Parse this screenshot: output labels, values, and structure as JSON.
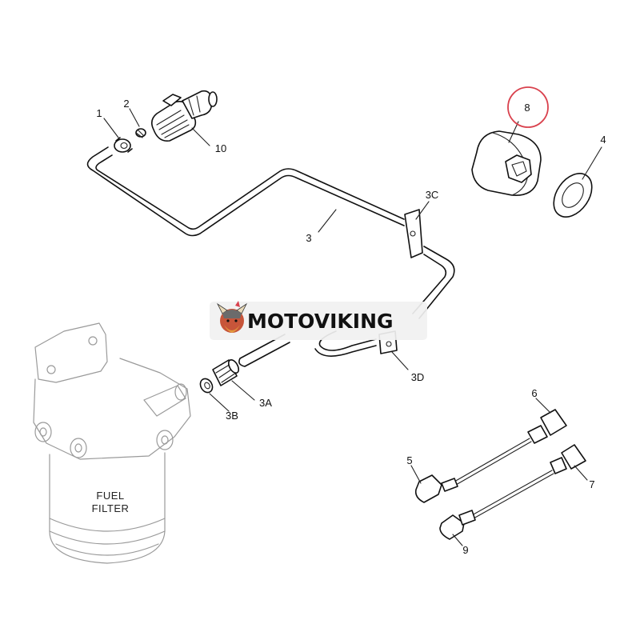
{
  "logo": {
    "text": "MOTOVIKING"
  },
  "component": {
    "name_line1": "FUEL",
    "name_line2": "FILTER"
  },
  "callouts": [
    {
      "id": "1",
      "label": "1"
    },
    {
      "id": "2",
      "label": "2"
    },
    {
      "id": "10",
      "label": "10"
    },
    {
      "id": "8",
      "label": "8",
      "highlighted": true
    },
    {
      "id": "4",
      "label": "4"
    },
    {
      "id": "3",
      "label": "3"
    },
    {
      "id": "3C",
      "label": "3C"
    },
    {
      "id": "3D",
      "label": "3D"
    },
    {
      "id": "3A",
      "label": "3A"
    },
    {
      "id": "3B",
      "label": "3B"
    },
    {
      "id": "6",
      "label": "6"
    },
    {
      "id": "5",
      "label": "5"
    },
    {
      "id": "7",
      "label": "7"
    },
    {
      "id": "9",
      "label": "9"
    }
  ],
  "colors": {
    "highlight": "#d9414d",
    "line": "#111111",
    "logo_bg": "#f1f1f1"
  }
}
